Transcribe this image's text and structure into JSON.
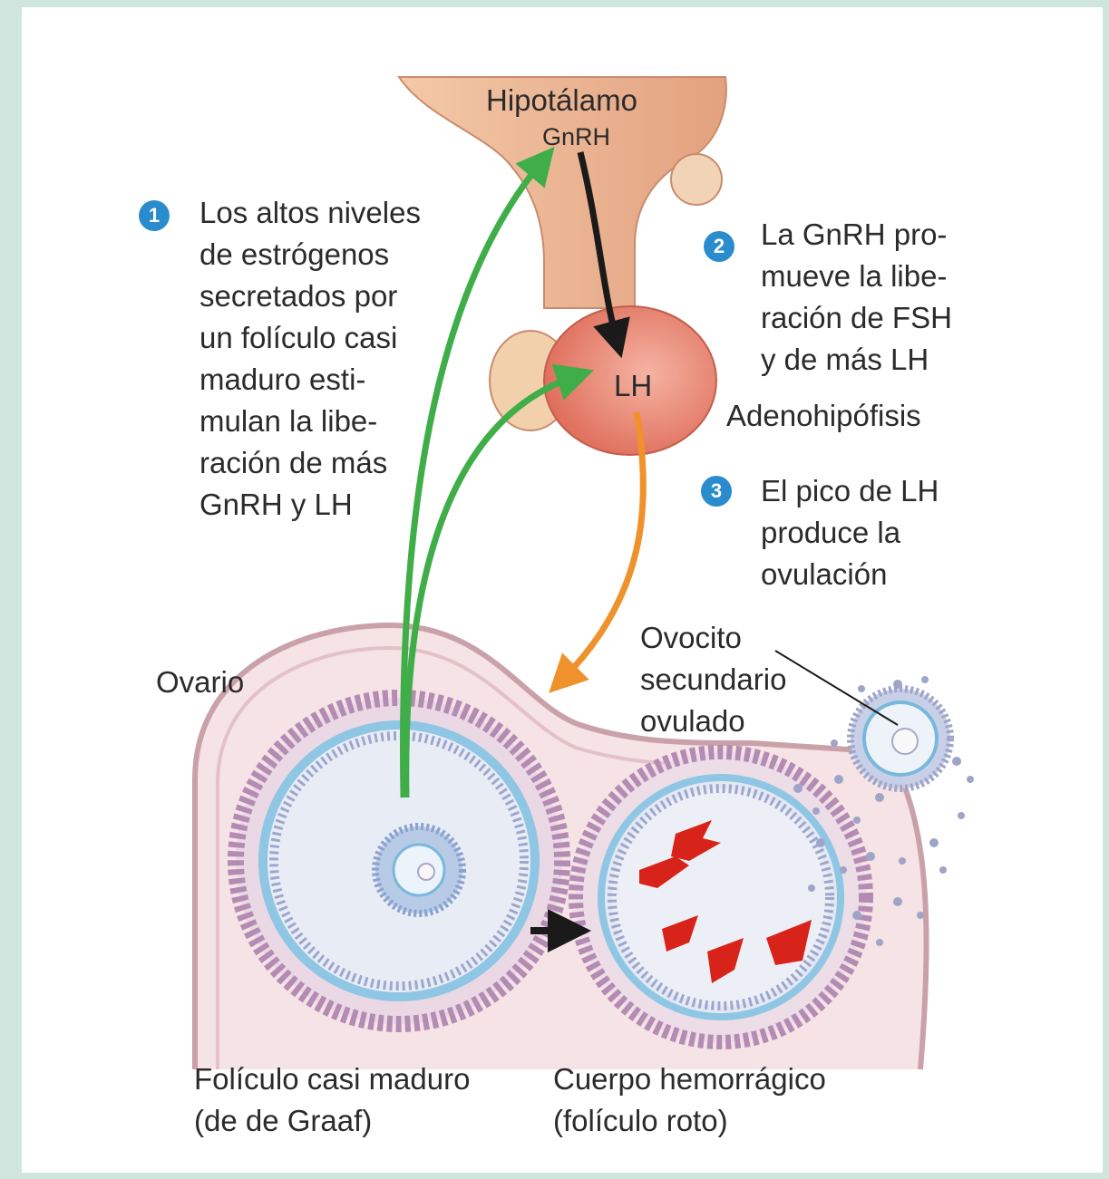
{
  "labels": {
    "hypothalamus": "Hipotálamo",
    "gnrh": "GnRH",
    "lh": "LH",
    "adenohypophysis": "Adenohipófisis",
    "ovary": "Ovario",
    "oocyte": "Ovocito\nsecundario\novulado",
    "follicle": "Folículo casi maduro\n(de de Graaf)",
    "corpus": "Cuerpo hemorrágico\n(folículo roto)"
  },
  "steps": [
    {
      "number": "1",
      "text": "Los altos niveles\nde estrógenos\nsecretados por\nun folículo casi\nmaduro esti-\nmulan la libe-\nración de más\nGnRH y LH"
    },
    {
      "number": "2",
      "text": "La GnRH pro-\nmueve la libe-\nración de FSH\ny de más LH"
    },
    {
      "number": "3",
      "text": "El pico de LH\nproduce la\novulación"
    }
  ],
  "colors": {
    "feedback_arrow": "#3fae49",
    "lh_arrow": "#f0922b",
    "gnrh_arrow": "#1a1a1a",
    "step_badge": "#2a8ccc",
    "blood": "#d8231a"
  }
}
